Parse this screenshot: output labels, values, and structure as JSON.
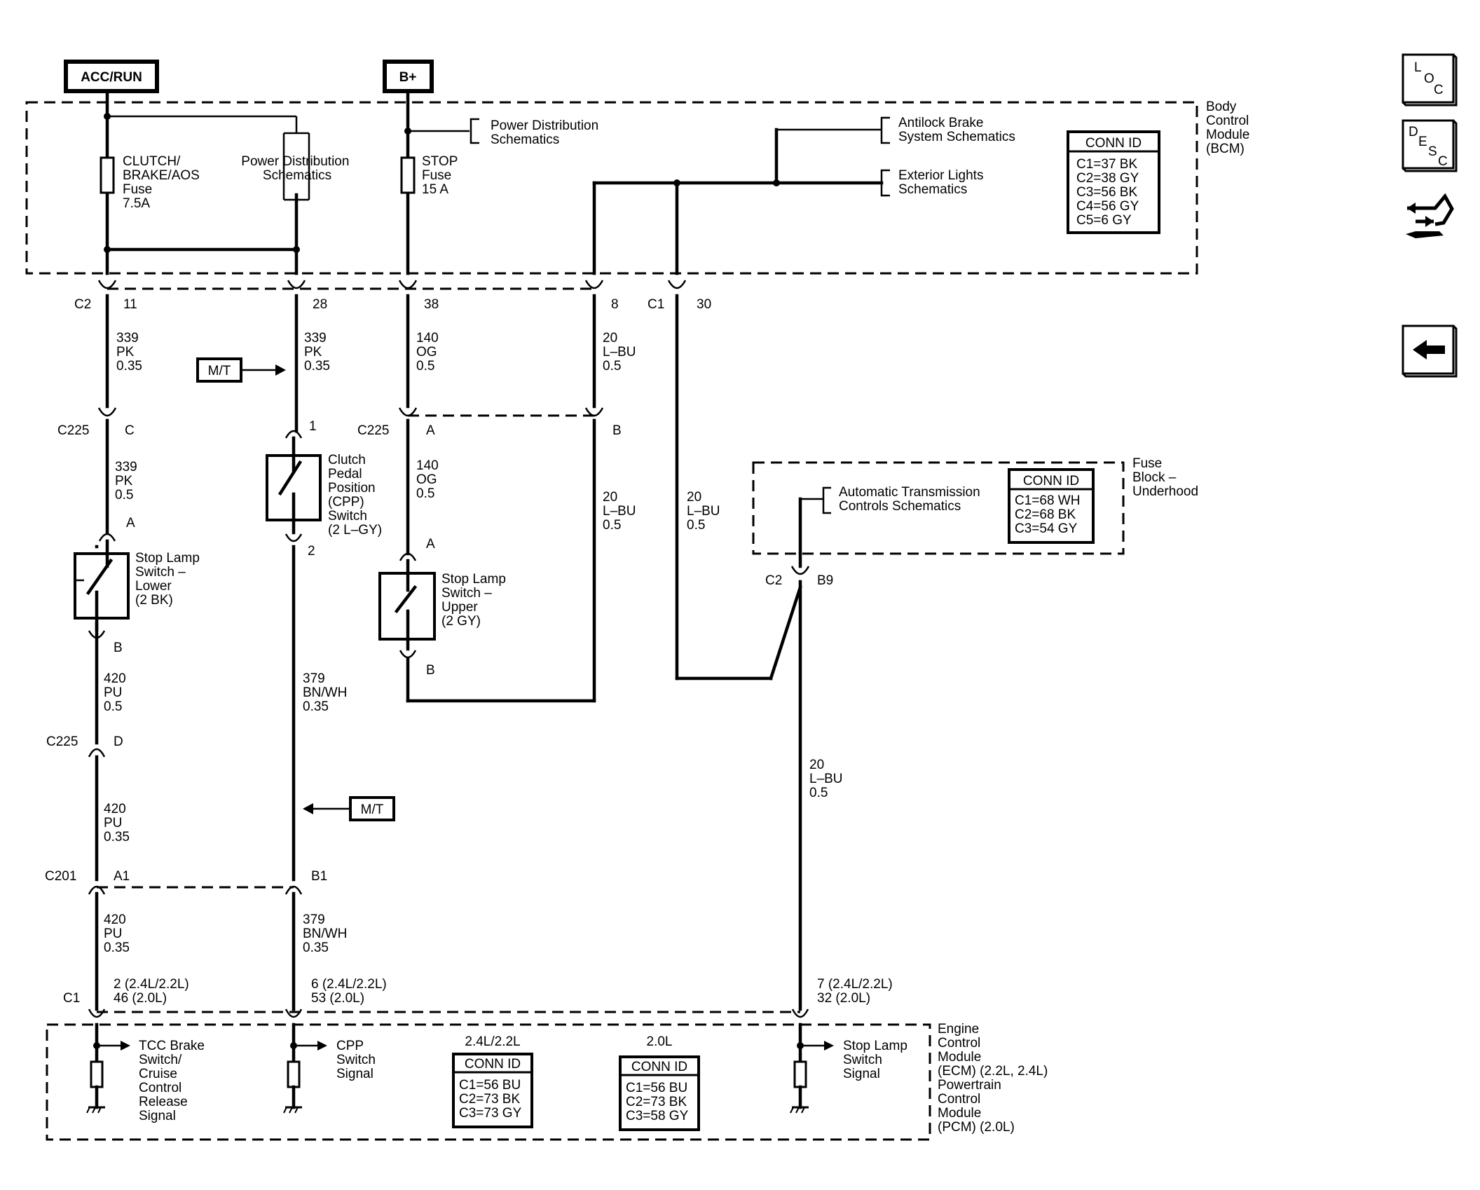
{
  "power": {
    "acc_run": "ACC/RUN",
    "b_plus": "B+"
  },
  "bcm": {
    "name_lines": [
      "Body",
      "Control",
      "Module",
      "(BCM)"
    ],
    "fuse_clutch_lines": [
      "CLUTCH/",
      "BRAKE/AOS",
      "Fuse",
      "7.5A"
    ],
    "pds_label_lines": [
      "Power Distribution",
      "Schematics"
    ],
    "pds_label2_lines": [
      "Power Distribution",
      "Schematics"
    ],
    "fuse_stop_lines": [
      "STOP",
      "Fuse",
      "15 A"
    ],
    "abs_lines": [
      "Antilock Brake",
      "System Schematics"
    ],
    "ext_lights_lines": [
      "Exterior Lights",
      "Schematics"
    ],
    "conn_id": {
      "title": "CONN ID",
      "rows": [
        "C1=37 BK",
        "C2=38 GY",
        "C3=56 BK",
        "C4=56 GY",
        "C5=6 GY"
      ]
    }
  },
  "connectors": {
    "c2": "C2",
    "c1": "C1",
    "c225": "C225",
    "c201": "C201",
    "pins_bcm": [
      "11",
      "28",
      "38",
      "8",
      "30"
    ],
    "c225_c": "C",
    "c225_a": "A",
    "c225_b": "B",
    "c225_d": "D",
    "c201_a1": "A1",
    "c201_b1": "B1",
    "fb_c2": "C2",
    "fb_b9": "B9",
    "ecm_c1": "C1",
    "ecm_pin1_lines": [
      "2 (2.4L/2.2L)",
      "46 (2.0L)"
    ],
    "ecm_pin2_lines": [
      "6 (2.4L/2.2L)",
      "53 (2.0L)"
    ],
    "ecm_pin3_lines": [
      "7 (2.4L/2.2L)",
      "32 (2.0L)"
    ]
  },
  "wires": {
    "w339a": [
      "339",
      "PK",
      "0.35"
    ],
    "w339b": [
      "339",
      "PK",
      "0.35"
    ],
    "w140a": [
      "140",
      "OG",
      "0.5"
    ],
    "w20a": [
      "20",
      "L–BU",
      "0.5"
    ],
    "w339c": [
      "339",
      "PK",
      "0.5"
    ],
    "w140b": [
      "140",
      "OG",
      "0.5"
    ],
    "w20b": [
      "20",
      "L–BU",
      "0.5"
    ],
    "w20c": [
      "20",
      "L–BU",
      "0.5"
    ],
    "w420a": [
      "420",
      "PU",
      "0.5"
    ],
    "w379a": [
      "379",
      "BN/WH",
      "0.35"
    ],
    "w420b": [
      "420",
      "PU",
      "0.35"
    ],
    "w20d": [
      "20",
      "L–BU",
      "0.5"
    ],
    "w420c": [
      "420",
      "PU",
      "0.35"
    ],
    "w379b": [
      "379",
      "BN/WH",
      "0.35"
    ]
  },
  "components": {
    "mt": "M/T",
    "cpp_pin1": "1",
    "cpp_pin2": "2",
    "cpp_lines": [
      "Clutch",
      "Pedal",
      "Position",
      "(CPP)",
      "Switch",
      "(2 L–GY)"
    ],
    "sls_lower_a": "A",
    "sls_lower_b": "B",
    "sls_lower_lines": [
      "Stop Lamp",
      "Switch –",
      "Lower",
      "(2 BK)"
    ],
    "sls_upper_a": "A",
    "sls_upper_b": "B",
    "sls_upper_lines": [
      "Stop Lamp",
      "Switch –",
      "Upper",
      "(2 GY)"
    ]
  },
  "fuse_block": {
    "name_lines": [
      "Fuse",
      "Block –",
      "Underhood"
    ],
    "atc_lines": [
      "Automatic Transmission",
      "Controls Schematics"
    ],
    "conn_id": {
      "title": "CONN ID",
      "rows": [
        "C1=68 WH",
        "C2=68 BK",
        "C3=54 GY"
      ]
    }
  },
  "ecm": {
    "name_lines": [
      "Engine",
      "Control",
      "Module",
      "(ECM) (2.2L, 2.4L)",
      "Powertrain",
      "Control",
      "Module",
      "(PCM) (2.0L)"
    ],
    "tcc_lines": [
      "TCC Brake",
      "Switch/",
      "Cruise",
      "Control",
      "Release",
      "Signal"
    ],
    "cpp_sig_lines": [
      "CPP",
      "Switch",
      "Signal"
    ],
    "sls_sig_lines": [
      "Stop Lamp",
      "Switch",
      "Signal"
    ],
    "conn_a": {
      "heading": "2.4L/2.2L",
      "title": "CONN ID",
      "rows": [
        "C1=56 BU",
        "C2=73 BK",
        "C3=73 GY"
      ]
    },
    "conn_b": {
      "heading": "2.0L",
      "title": "CONN ID",
      "rows": [
        "C1=56 BU",
        "C2=73 BK",
        "C3=58 GY"
      ]
    }
  },
  "nav": {
    "loc": [
      "L",
      "O",
      "C"
    ],
    "desc": [
      "D",
      "E",
      "S",
      "C"
    ]
  },
  "icons": [
    "loc-icon",
    "desc-icon",
    "connector-arrows-icon",
    "back-arrow-icon"
  ]
}
